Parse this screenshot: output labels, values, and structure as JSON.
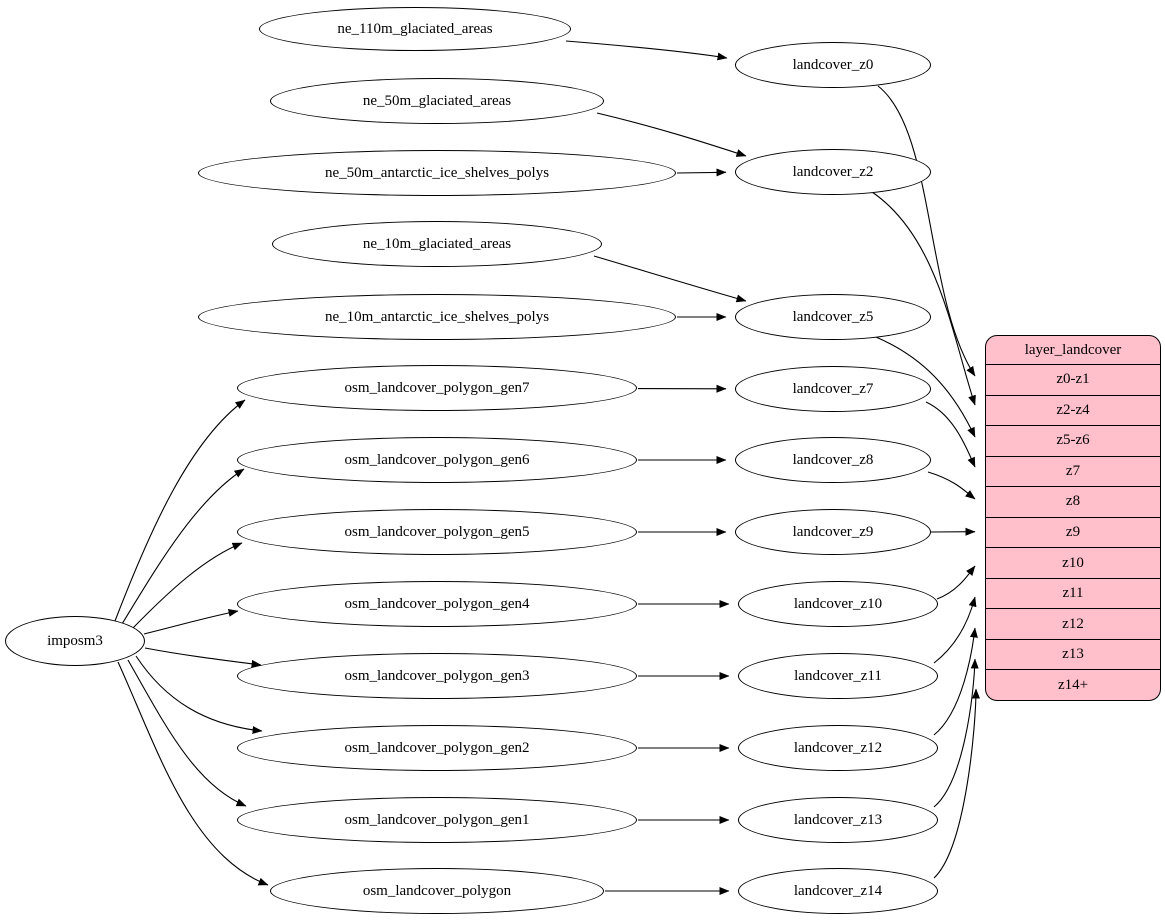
{
  "colors": {
    "background": "#ffffff",
    "node_fill": "#ffffff",
    "node_stroke": "#000000",
    "table_fill": "#ffc0cb"
  },
  "nodes": {
    "imposm3": {
      "label": "imposm3"
    },
    "ne_110m_glaciated_areas": {
      "label": "ne_110m_glaciated_areas"
    },
    "ne_50m_glaciated_areas": {
      "label": "ne_50m_glaciated_areas"
    },
    "ne_50m_antarctic_ice_shelves_polys": {
      "label": "ne_50m_antarctic_ice_shelves_polys"
    },
    "ne_10m_glaciated_areas": {
      "label": "ne_10m_glaciated_areas"
    },
    "ne_10m_antarctic_ice_shelves_polys": {
      "label": "ne_10m_antarctic_ice_shelves_polys"
    },
    "osm_landcover_polygon_gen7": {
      "label": "osm_landcover_polygon_gen7"
    },
    "osm_landcover_polygon_gen6": {
      "label": "osm_landcover_polygon_gen6"
    },
    "osm_landcover_polygon_gen5": {
      "label": "osm_landcover_polygon_gen5"
    },
    "osm_landcover_polygon_gen4": {
      "label": "osm_landcover_polygon_gen4"
    },
    "osm_landcover_polygon_gen3": {
      "label": "osm_landcover_polygon_gen3"
    },
    "osm_landcover_polygon_gen2": {
      "label": "osm_landcover_polygon_gen2"
    },
    "osm_landcover_polygon_gen1": {
      "label": "osm_landcover_polygon_gen1"
    },
    "osm_landcover_polygon": {
      "label": "osm_landcover_polygon"
    },
    "landcover_z0": {
      "label": "landcover_z0"
    },
    "landcover_z2": {
      "label": "landcover_z2"
    },
    "landcover_z5": {
      "label": "landcover_z5"
    },
    "landcover_z7": {
      "label": "landcover_z7"
    },
    "landcover_z8": {
      "label": "landcover_z8"
    },
    "landcover_z9": {
      "label": "landcover_z9"
    },
    "landcover_z10": {
      "label": "landcover_z10"
    },
    "landcover_z11": {
      "label": "landcover_z11"
    },
    "landcover_z12": {
      "label": "landcover_z12"
    },
    "landcover_z13": {
      "label": "landcover_z13"
    },
    "landcover_z14": {
      "label": "landcover_z14"
    }
  },
  "table": {
    "title": "layer_landcover",
    "rows": [
      "z0-z1",
      "z2-z4",
      "z5-z6",
      "z7",
      "z8",
      "z9",
      "z10",
      "z11",
      "z12",
      "z13",
      "z14+"
    ]
  },
  "edges": [
    {
      "from": "imposm3",
      "to": "osm_landcover_polygon_gen7"
    },
    {
      "from": "imposm3",
      "to": "osm_landcover_polygon_gen6"
    },
    {
      "from": "imposm3",
      "to": "osm_landcover_polygon_gen5"
    },
    {
      "from": "imposm3",
      "to": "osm_landcover_polygon_gen4"
    },
    {
      "from": "imposm3",
      "to": "osm_landcover_polygon_gen3"
    },
    {
      "from": "imposm3",
      "to": "osm_landcover_polygon_gen2"
    },
    {
      "from": "imposm3",
      "to": "osm_landcover_polygon_gen1"
    },
    {
      "from": "imposm3",
      "to": "osm_landcover_polygon"
    },
    {
      "from": "ne_110m_glaciated_areas",
      "to": "landcover_z0"
    },
    {
      "from": "ne_50m_glaciated_areas",
      "to": "landcover_z2"
    },
    {
      "from": "ne_50m_antarctic_ice_shelves_polys",
      "to": "landcover_z2"
    },
    {
      "from": "ne_10m_glaciated_areas",
      "to": "landcover_z5"
    },
    {
      "from": "ne_10m_antarctic_ice_shelves_polys",
      "to": "landcover_z5"
    },
    {
      "from": "osm_landcover_polygon_gen7",
      "to": "landcover_z7"
    },
    {
      "from": "osm_landcover_polygon_gen6",
      "to": "landcover_z8"
    },
    {
      "from": "osm_landcover_polygon_gen5",
      "to": "landcover_z9"
    },
    {
      "from": "osm_landcover_polygon_gen4",
      "to": "landcover_z10"
    },
    {
      "from": "osm_landcover_polygon_gen3",
      "to": "landcover_z11"
    },
    {
      "from": "osm_landcover_polygon_gen2",
      "to": "landcover_z12"
    },
    {
      "from": "osm_landcover_polygon_gen1",
      "to": "landcover_z13"
    },
    {
      "from": "osm_landcover_polygon",
      "to": "landcover_z14"
    },
    {
      "from": "landcover_z0",
      "to": "layer_landcover.z0-z1"
    },
    {
      "from": "landcover_z2",
      "to": "layer_landcover.z2-z4"
    },
    {
      "from": "landcover_z5",
      "to": "layer_landcover.z5-z6"
    },
    {
      "from": "landcover_z7",
      "to": "layer_landcover.z7"
    },
    {
      "from": "landcover_z8",
      "to": "layer_landcover.z8"
    },
    {
      "from": "landcover_z9",
      "to": "layer_landcover.z9"
    },
    {
      "from": "landcover_z10",
      "to": "layer_landcover.z10"
    },
    {
      "from": "landcover_z11",
      "to": "layer_landcover.z11"
    },
    {
      "from": "landcover_z12",
      "to": "layer_landcover.z12"
    },
    {
      "from": "landcover_z13",
      "to": "layer_landcover.z13"
    },
    {
      "from": "landcover_z14",
      "to": "layer_landcover.z14+"
    }
  ]
}
